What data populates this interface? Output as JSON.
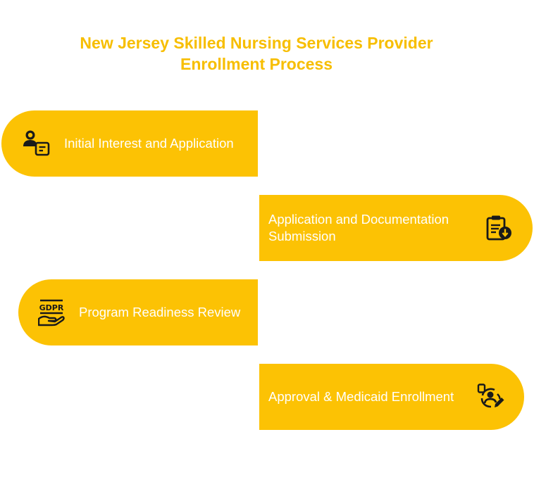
{
  "title": {
    "line1": "New Jersey Skilled Nursing Services Provider",
    "line2": "Enrollment Process"
  },
  "steps": [
    {
      "label": "Initial Interest and Application",
      "icon": "person-form-icon"
    },
    {
      "label_line1": "Application and Documentation",
      "label_line2": "Submission",
      "icon": "clipboard-download-icon"
    },
    {
      "label": "Program Readiness Review",
      "icon": "gdpr-hand-icon"
    },
    {
      "label": "Approval & Medicaid Enrollment",
      "icon": "user-edit-icon"
    }
  ],
  "colors": {
    "accent": "#FCC204",
    "title": "#F7BE00",
    "text_on_accent": "#FFFFFF",
    "icon": "#1A1A1A"
  }
}
